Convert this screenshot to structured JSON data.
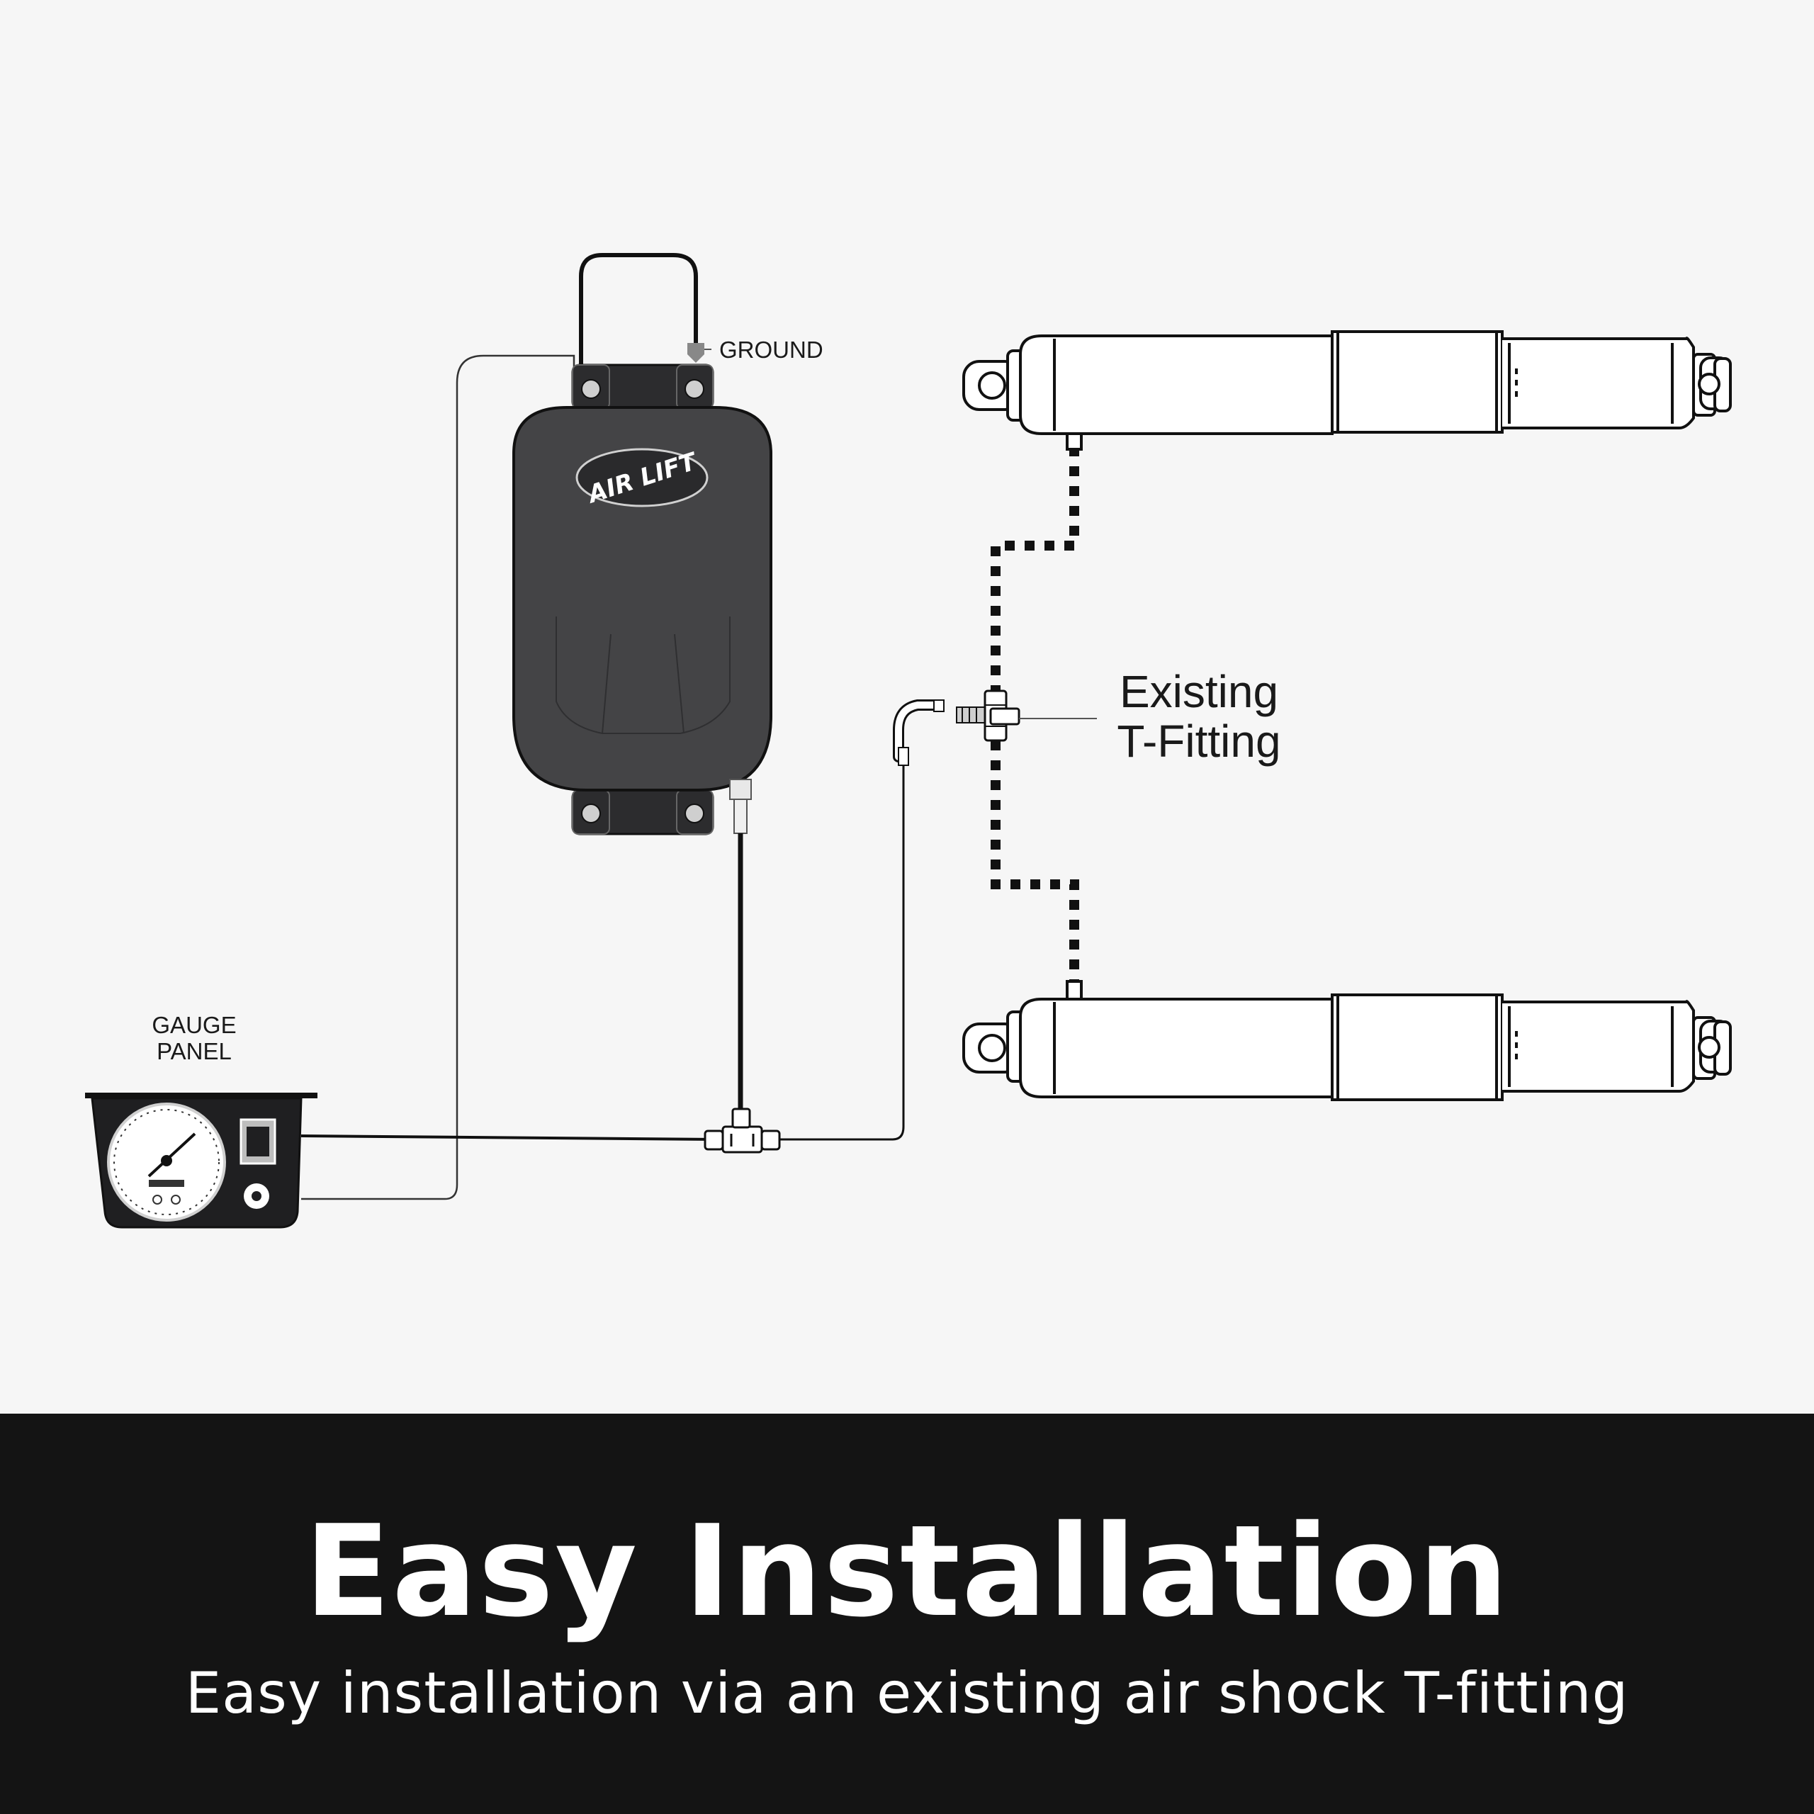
{
  "labels": {
    "ground": "GROUND",
    "gauge_panel_line1": "GAUGE",
    "gauge_panel_line2": "PANEL",
    "existing_line1": "Existing",
    "existing_line2": "T-Fitting"
  },
  "compressor": {
    "logo_text": "AIR LIFT"
  },
  "banner": {
    "title": "Easy Installation",
    "subtitle": "Easy installation via an existing air shock T-fitting"
  },
  "colors": {
    "background": "#f6f6f6",
    "banner_background": "#141414",
    "compressor_body": "#444446",
    "line": "#111111"
  }
}
